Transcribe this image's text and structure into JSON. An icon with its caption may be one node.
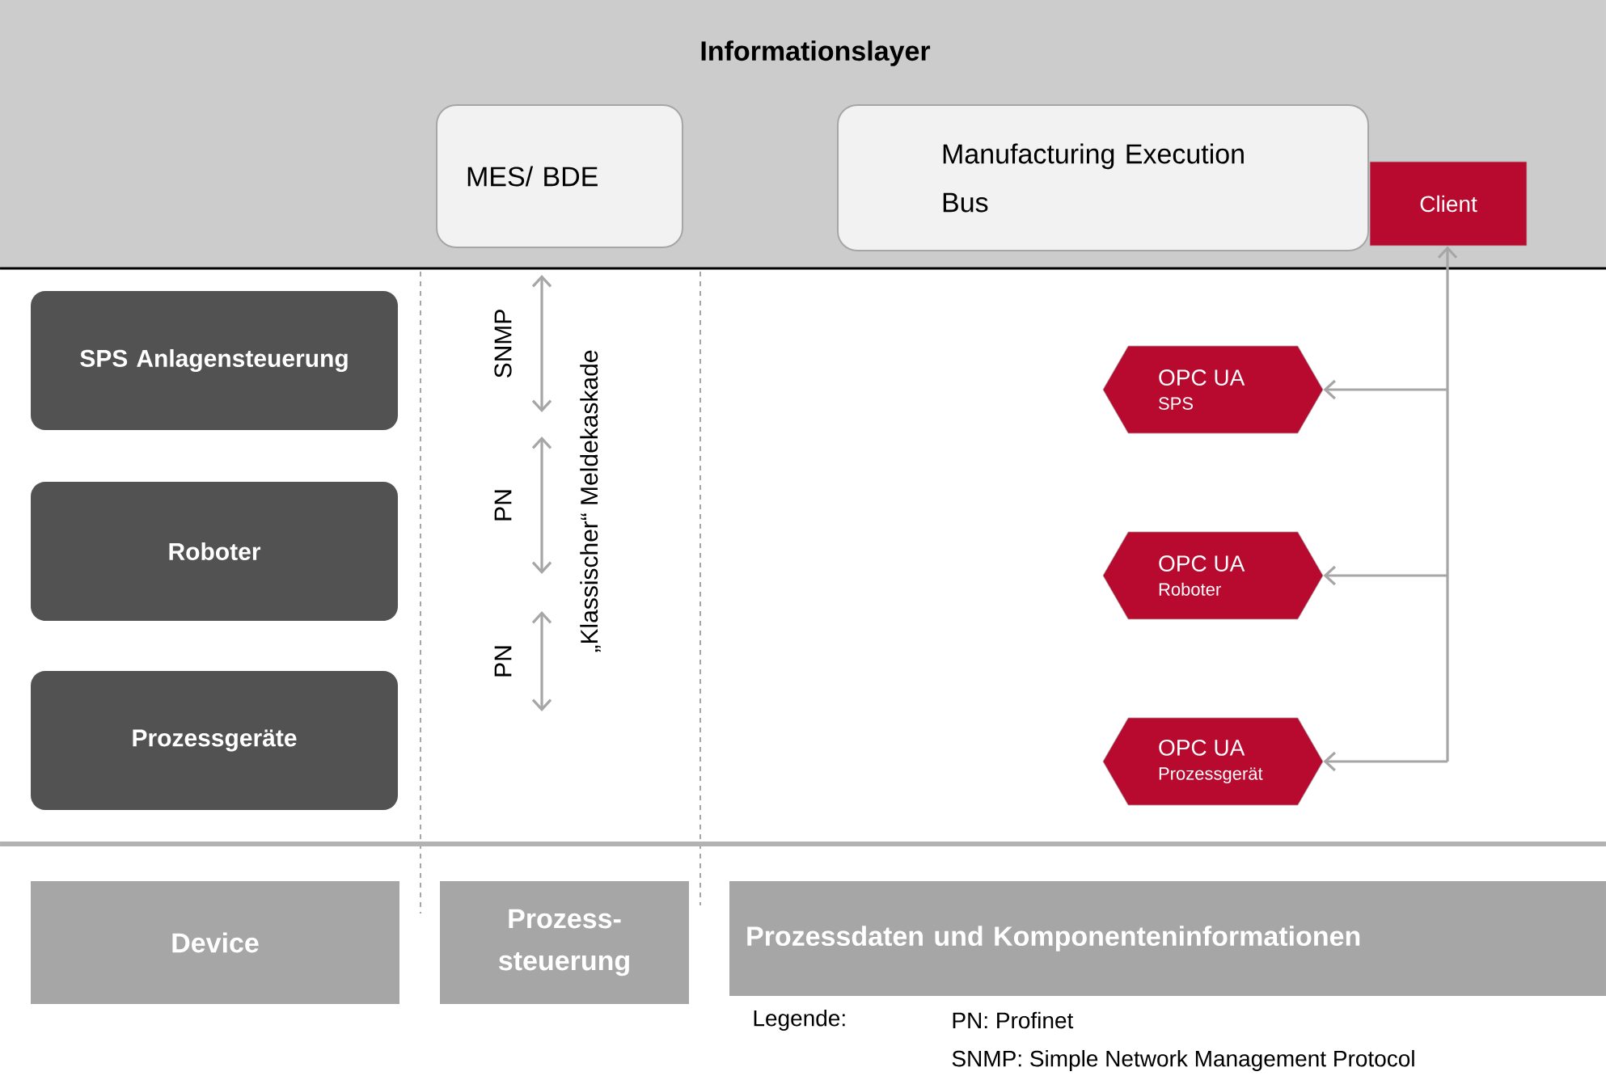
{
  "diagram": {
    "nodes": [
      {
        "text": [
          "Informationslayer"
        ]
      },
      {
        "text": [
          "MES/ BDE"
        ],
        "in": 0
      },
      {
        "text": [
          "Manufacturing Execution Bus"
        ],
        "in": 0
      },
      {
        "text": [
          "Client"
        ],
        "in": 0
      },
      {
        "text": [
          "SPS Anlagensteuerung"
        ]
      },
      {
        "text": [
          "Roboter"
        ]
      },
      {
        "text": [
          "Prozessgeräte"
        ]
      },
      {
        "text": [
          "OPC UA",
          "SPS"
        ]
      },
      {
        "text": [
          "OPC UA",
          "Roboter"
        ]
      },
      {
        "text": [
          "OPC UA",
          "Prozessgerät"
        ]
      },
      {
        "text": [
          "Device"
        ]
      },
      {
        "text": [
          "Prozess- steuerung"
        ]
      },
      {
        "text": [
          "Prozessdaten und Komponenteninformationen"
        ]
      }
    ],
    "edges": [
      {
        "from": 3,
        "to": 7,
        "arrow": "both"
      },
      {
        "from": 3,
        "to": 8,
        "arrow": "both"
      },
      {
        "from": 3,
        "to": 9,
        "arrow": "both"
      }
    ],
    "labels": [
      "SNMP",
      "PN",
      "PN",
      "„Klassischer“ Meldekaskade",
      "Legende:",
      "PN: Profinet",
      "SNMP: Simple Network Management Protocol"
    ]
  }
}
